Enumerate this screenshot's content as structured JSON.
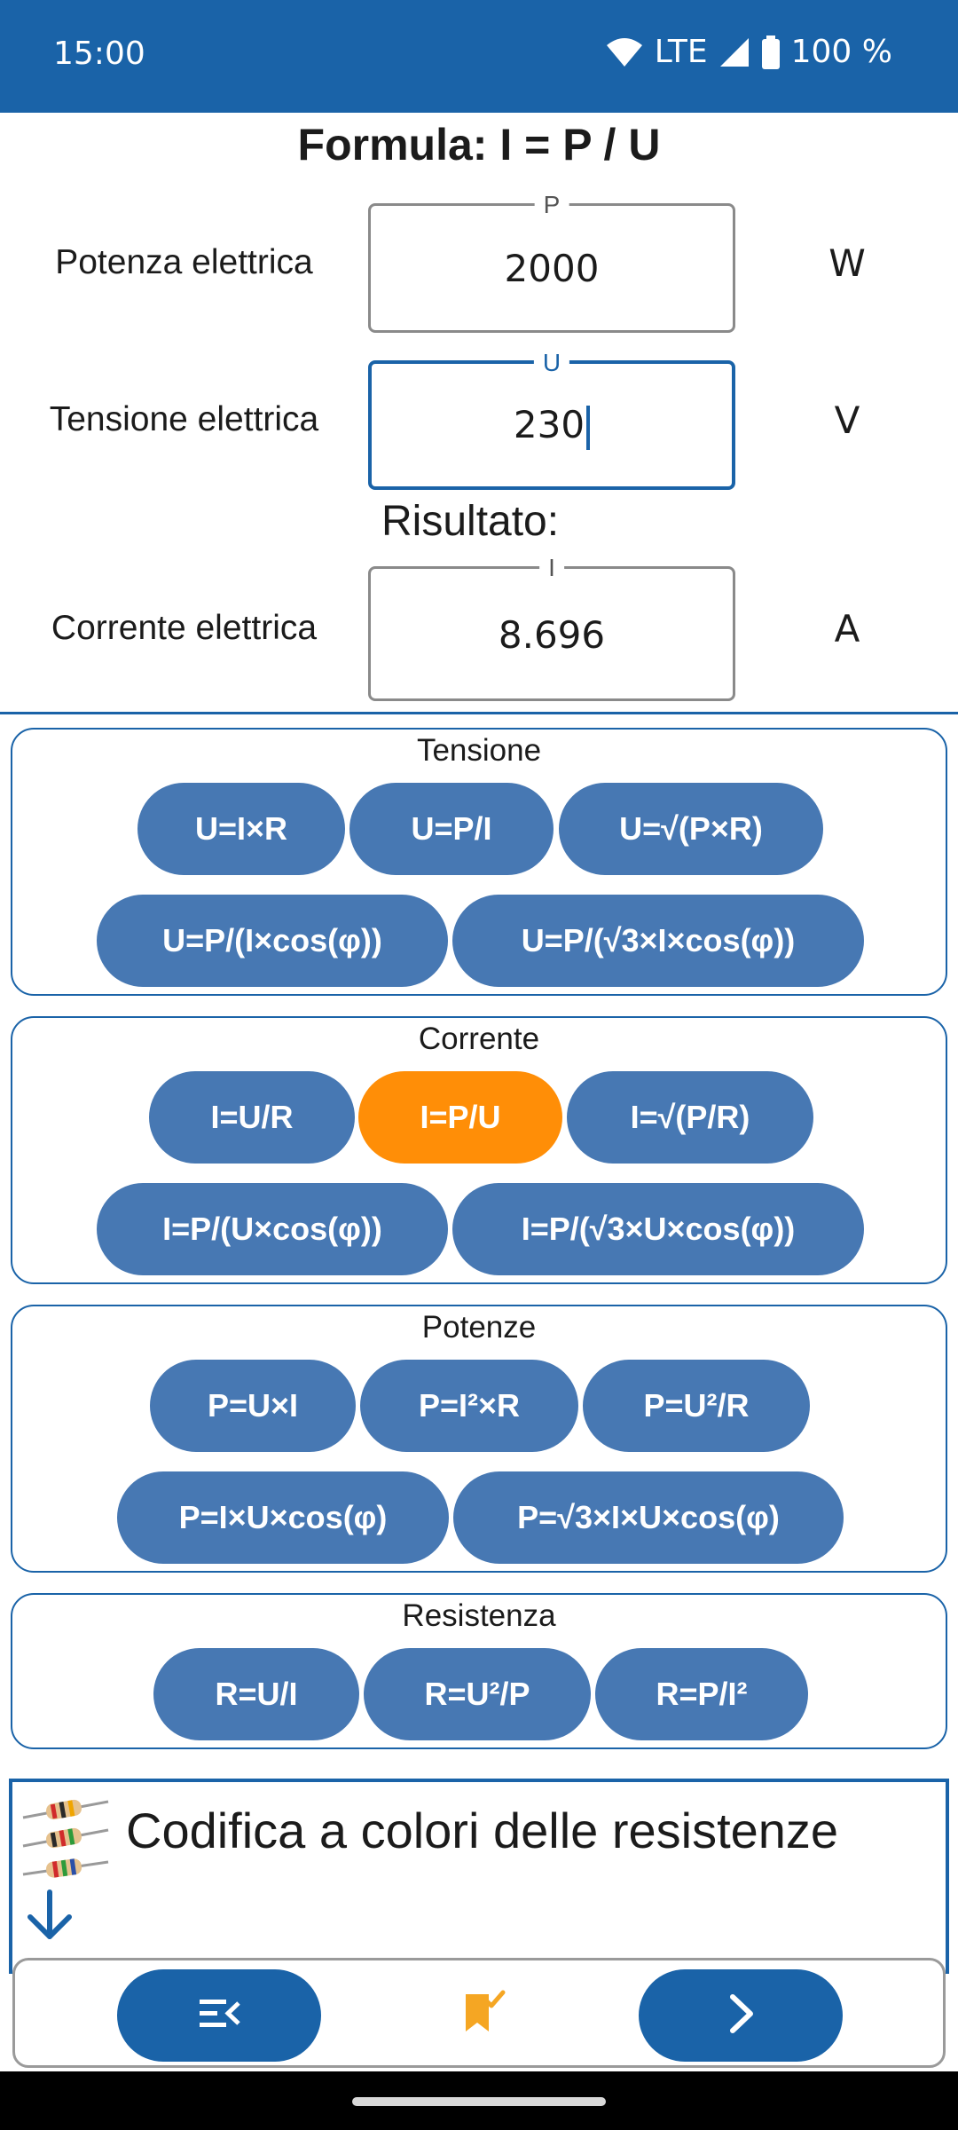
{
  "status_bar": {
    "time": "15:00",
    "network": "LTE",
    "battery": "100 %"
  },
  "calculator": {
    "formula_title": "Formula: I = P / U",
    "result_label": "Risultato:",
    "fields": [
      {
        "label": "Potenza elettrica",
        "symbol": "P",
        "value": "2000",
        "unit": "W"
      },
      {
        "label": "Tensione elettrica",
        "symbol": "U",
        "value": "230",
        "unit": "V"
      },
      {
        "label": "Corrente elettrica",
        "symbol": "I",
        "value": "8.696",
        "unit": "A"
      }
    ]
  },
  "groups": [
    {
      "title": "Tensione",
      "buttons": [
        "U=I×R",
        "U=P/I",
        "U=√(P×R)",
        "U=P/(I×cos(φ))",
        "U=P/(√3×I×cos(φ))"
      ]
    },
    {
      "title": "Corrente",
      "buttons": [
        "I=U/R",
        "I=P/U",
        "I=√(P/R)",
        "I=P/(U×cos(φ))",
        "I=P/(√3×U×cos(φ))"
      ],
      "selected": "I=P/U"
    },
    {
      "title": "Potenze",
      "buttons": [
        "P=U×I",
        "P=I²×R",
        "P=U²/R",
        "P=I×U×cos(φ)",
        "P=√3×I×U×cos(φ)"
      ]
    },
    {
      "title": "Resistenza",
      "buttons": [
        "R=U/I",
        "R=U²/P",
        "R=P/I²"
      ]
    }
  ],
  "card": {
    "title": "Codifica a colori delle resistenze"
  },
  "icons": {
    "menu": "menu-collapse-icon",
    "bookmark": "bookmark-check-icon",
    "next": "chevron-right-icon",
    "down": "arrow-down-icon",
    "resistors": "resistors-icon"
  },
  "colors": {
    "primary": "#1a63a8",
    "pill": "#4778b3",
    "selected": "#ff8e07",
    "bookmark": "#f5a623"
  }
}
